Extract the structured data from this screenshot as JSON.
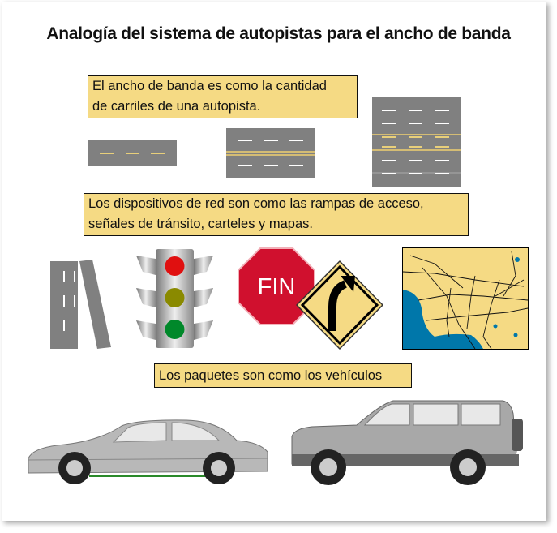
{
  "title": "Analogía del sistema de autopistas para el ancho de banda",
  "captions": {
    "bandwidth_line1": "El ancho de banda es como la cantidad",
    "bandwidth_line2": "de carriles de una autopista.",
    "devices_line1": "Los dispositivos de red son como las rampas de acceso,",
    "devices_line2": "señales de tránsito, carteles y mapas.",
    "packets": "Los paquetes son como los vehículos"
  },
  "stop_sign_text": "FIN",
  "colors": {
    "caption_bg": "#f5da84",
    "road": "#808080",
    "stop_red": "#d0102e",
    "map_land": "#f5da84",
    "map_water": "#0077aa"
  }
}
